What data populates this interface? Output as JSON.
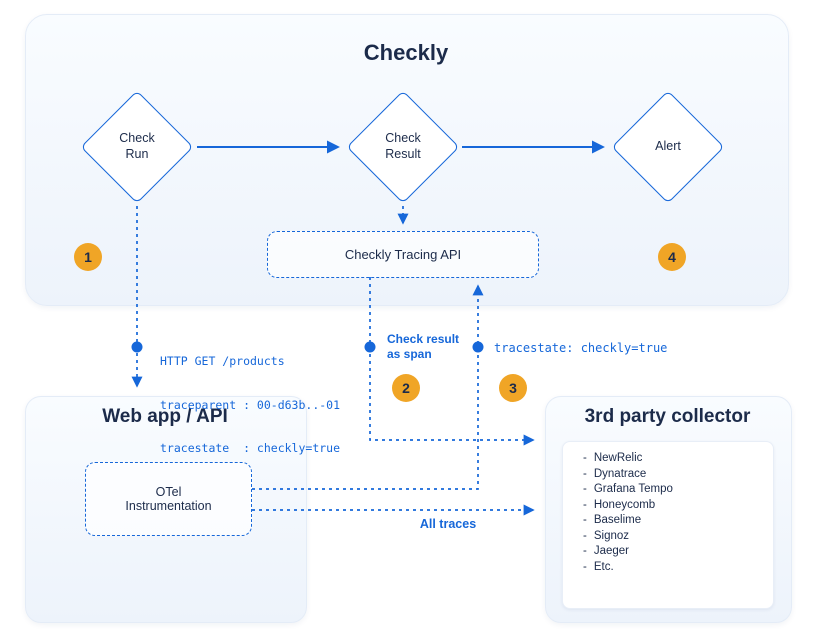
{
  "colors": {
    "accent_blue": "#1667d9",
    "badge_orange": "#f0a526",
    "text_dark": "#1c2b4a"
  },
  "checkly": {
    "title": "Checkly",
    "check_run": "Check Run",
    "check_result": "Check Result",
    "alert": "Alert",
    "tracing_api": "Checkly Tracing API",
    "badge_1": "1",
    "badge_4": "4"
  },
  "annotations": {
    "http_line_1": "HTTP GET /products",
    "http_line_2": "traceparent : 00-d63b..-01",
    "http_line_3": "tracestate  : checkly=true",
    "check_result_as_span": "Check result as span",
    "badge_2": "2",
    "tracestate_label": "tracestate: checkly=true",
    "badge_3": "3",
    "all_traces": "All traces"
  },
  "web_app": {
    "title": "Web app / API",
    "otel": "OTel Instrumentation"
  },
  "collector": {
    "title": "3rd party collector",
    "bullet": "-",
    "items": [
      "NewRelic",
      "Dynatrace",
      "Grafana Tempo",
      "Honeycomb",
      "Baselime",
      "Signoz",
      "Jaeger",
      "Etc."
    ]
  }
}
